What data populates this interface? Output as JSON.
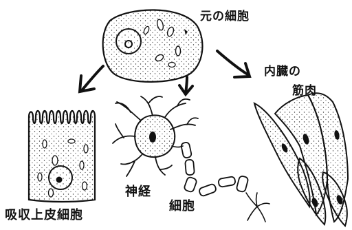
{
  "labels": {
    "origin_cell": "元の細胞",
    "visceral_muscle_line1": "内臓の",
    "visceral_muscle_line2": "筋肉",
    "absorptive_epithelial_cell": "吸収上皮細胞",
    "nerve_cell_line1": "神経",
    "nerve_cell_line2": "細胞"
  },
  "colors": {
    "ink": "#111111",
    "background": "#ffffff"
  }
}
